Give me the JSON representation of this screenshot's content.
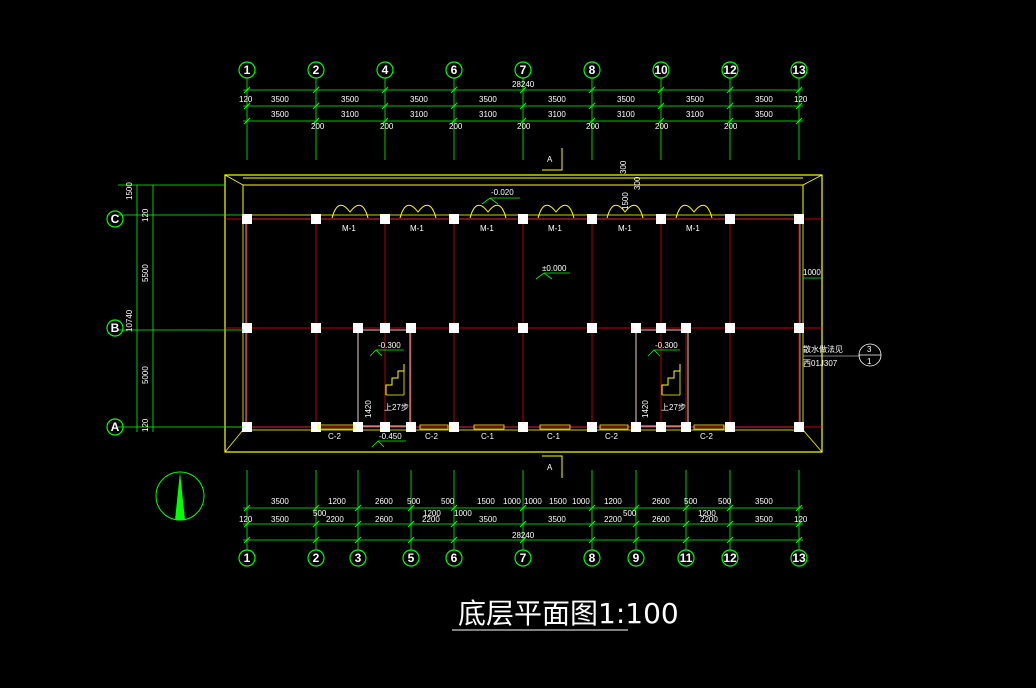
{
  "drawing": {
    "title": "底层平面图1:100",
    "colors": {
      "background": "#000000",
      "grid": "#ff0000",
      "dimension": "#00ff00",
      "wall": "#ffff00",
      "column": "#ffffff",
      "text": "#ffffff"
    },
    "top_axes": [
      "1",
      "2",
      "4",
      "6",
      "7",
      "8",
      "10",
      "12",
      "13"
    ],
    "bottom_axes": [
      "1",
      "2",
      "3",
      "5",
      "6",
      "7",
      "8",
      "9",
      "11",
      "12",
      "13"
    ],
    "side_axes": [
      "C",
      "B",
      "A"
    ],
    "total_length": "28240",
    "top_dims_row1": [
      "120",
      "3500",
      "3500",
      "3500",
      "3500",
      "3500",
      "3500",
      "3500",
      "3500",
      "120"
    ],
    "top_dims_row2": [
      "3500",
      "3100",
      "3100",
      "3100",
      "3100",
      "3100",
      "3100",
      "3500"
    ],
    "top_dims_row2_gaps": [
      "200",
      "200",
      "200",
      "200",
      "200",
      "200",
      "200"
    ],
    "bottom_dims_row1": [
      "3500",
      "1200",
      "2600",
      "500",
      "500",
      "1500",
      "1000",
      "1000",
      "1500",
      "1000",
      "1200",
      "2600",
      "500",
      "500",
      "3500"
    ],
    "bottom_dims_row1_sub": [
      "500",
      "1200",
      "1000",
      "500",
      "1200"
    ],
    "bottom_dims_row2": [
      "120",
      "3500",
      "2200",
      "2600",
      "2200",
      "3500",
      "3500",
      "2200",
      "2600",
      "2200",
      "3500",
      "120"
    ],
    "side_dims": [
      "1500",
      "120",
      "5500",
      "10740",
      "5000",
      "120"
    ],
    "side_top_dims": [
      "300",
      "300",
      "1500"
    ],
    "right_dim": "1000",
    "section_marks": [
      "A",
      "A"
    ],
    "level_labels": {
      "corridor": "-0.020",
      "main": "±0.000",
      "stair_left": "-0.300",
      "stair_right": "-0.300",
      "entrance": "-0.450"
    },
    "door_labels": [
      "M-1",
      "M-1",
      "M-1",
      "M-1",
      "M-1",
      "M-1"
    ],
    "window_labels": [
      "C-2",
      "C-2",
      "C-1",
      "C-1",
      "C-2",
      "C-2"
    ],
    "stair_labels": [
      "上27步",
      "上27步"
    ],
    "stair_dims": [
      "1420",
      "1420"
    ],
    "detail_note": {
      "line1": "散水做法见",
      "line2": "西01J307",
      "ref_top": "3",
      "ref_bottom": "1"
    }
  }
}
